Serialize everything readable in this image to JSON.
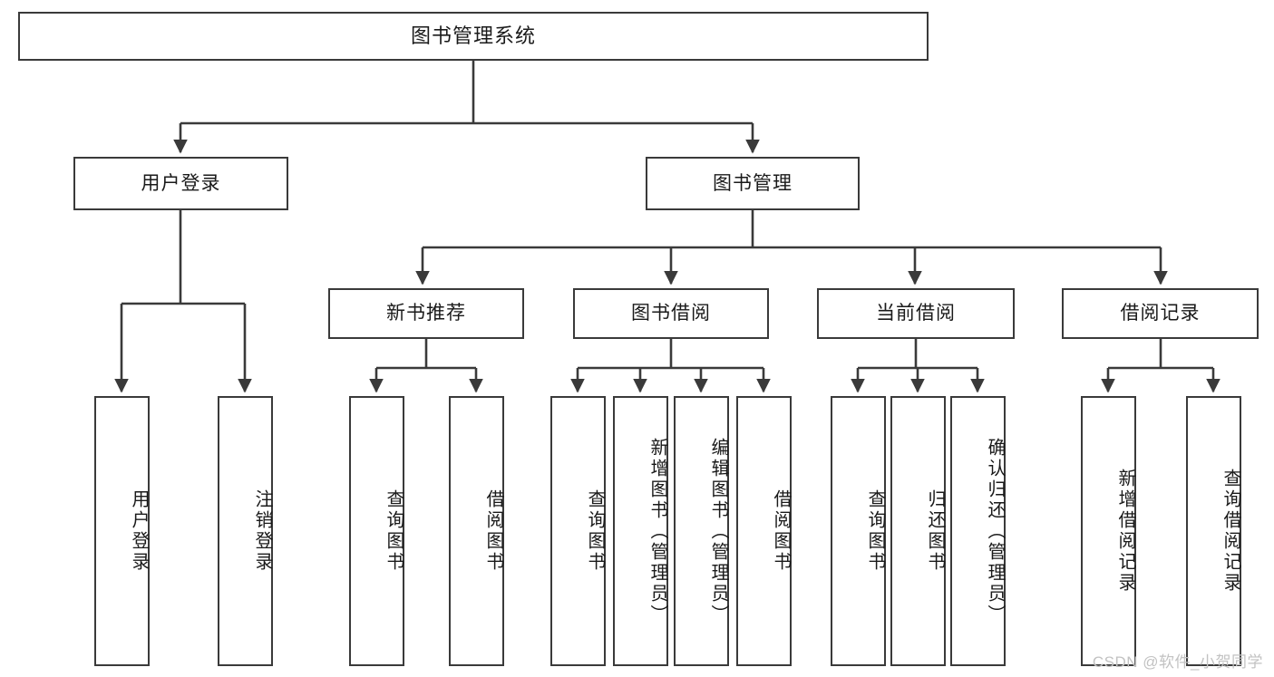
{
  "diagram": {
    "title": "图书管理系统",
    "type": "tree",
    "colors": {
      "box_border": "#3a3a3a",
      "box_fill": "#ffffff",
      "edge": "#3a3a3a",
      "text": "#1a1a1a",
      "watermark": "#c2c2c2",
      "background": "#ffffff"
    },
    "watermark": "CSDN @软件_小贺同学",
    "nodes": {
      "root": {
        "label": "图书管理系统"
      },
      "level2": [
        {
          "id": "user-login",
          "label": "用户登录"
        },
        {
          "id": "book-manage",
          "label": "图书管理"
        }
      ],
      "level3": [
        {
          "id": "new-book-recommend",
          "label": "新书推荐"
        },
        {
          "id": "book-borrow",
          "label": "图书借阅"
        },
        {
          "id": "current-borrow",
          "label": "当前借阅"
        },
        {
          "id": "borrow-record",
          "label": "借阅记录"
        }
      ],
      "leaves": {
        "user-login": [
          {
            "id": "leaf-user-login",
            "label": "用户登录"
          },
          {
            "id": "leaf-user-logout",
            "label": "注销登录"
          }
        ],
        "new-book-recommend": [
          {
            "id": "leaf-query-book-1",
            "label": "查询图书"
          },
          {
            "id": "leaf-borrow-book-1",
            "label": "借阅图书"
          }
        ],
        "book-borrow": [
          {
            "id": "leaf-query-book-2",
            "label": "查询图书"
          },
          {
            "id": "leaf-add-book",
            "label": "新增图书（管理员）"
          },
          {
            "id": "leaf-edit-book",
            "label": "编辑图书（管理员）"
          },
          {
            "id": "leaf-borrow-book-2",
            "label": "借阅图书"
          }
        ],
        "current-borrow": [
          {
            "id": "leaf-query-book-3",
            "label": "查询图书"
          },
          {
            "id": "leaf-return-book",
            "label": "归还图书"
          },
          {
            "id": "leaf-confirm-return",
            "label": "确认归还（管理员）"
          }
        ],
        "borrow-record": [
          {
            "id": "leaf-add-record",
            "label": "新增借阅记录"
          },
          {
            "id": "leaf-query-record",
            "label": "查询借阅记录"
          }
        ]
      }
    }
  }
}
